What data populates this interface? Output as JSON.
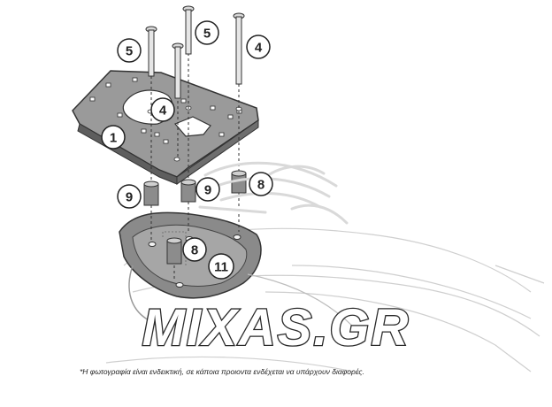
{
  "callouts": {
    "screw_left": "5",
    "screw_middle": "5",
    "screw_right": "4",
    "plate": "1",
    "plate_screw": "4",
    "spacer_left": "9",
    "spacer_middle": "9",
    "spacer_right": "8",
    "seat_spacer": "8",
    "seat_part": "11"
  },
  "watermark": "MIXAS.GR",
  "disclaimer": "*Η φωτογραφία είναι ενδεικτική, σε κάποια προιοντα ενδέχεται να υπάρχουν διαφορές."
}
